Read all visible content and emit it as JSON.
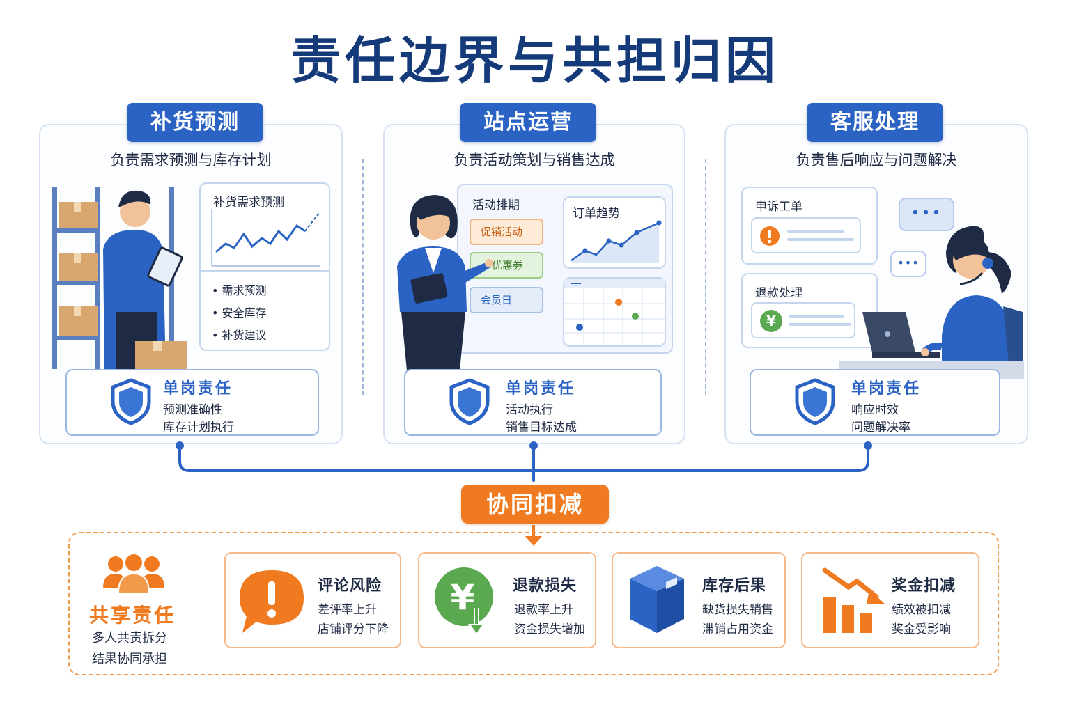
{
  "title": "责任边界与共担归因",
  "colors": {
    "primary_blue": "#2a63c4",
    "dark_blue": "#143a7a",
    "accent_orange": "#f07a1f",
    "green": "#5aa84f"
  },
  "panels": [
    {
      "name": "补货预测",
      "subtitle": "负责需求预测与库存计划",
      "chart_card": {
        "title": "补货需求预测",
        "bullets": [
          "需求预测",
          "安全库存",
          "补货建议"
        ]
      },
      "responsibility": {
        "title": "单岗责任",
        "lines": [
          "预测准确性",
          "库存计划执行"
        ]
      }
    },
    {
      "name": "站点运营",
      "subtitle": "负责活动策划与销售达成",
      "schedule_card": {
        "title": "活动排期",
        "items": [
          "促销活动",
          "优惠券",
          "会员日"
        ]
      },
      "trend_card": {
        "title": "订单趋势"
      },
      "responsibility": {
        "title": "单岗责任",
        "lines": [
          "活动执行",
          "销售目标达成"
        ]
      }
    },
    {
      "name": "客服处理",
      "subtitle": "负责售后响应与问题解决",
      "ticket_cards": [
        {
          "title": "申诉工单",
          "icon": "exclamation-icon"
        },
        {
          "title": "退款处理",
          "icon": "yuan-icon"
        }
      ],
      "chat_bubble_text": "•••",
      "responsibility": {
        "title": "单岗责任",
        "lines": [
          "响应时效",
          "问题解决率"
        ]
      }
    }
  ],
  "merge_label": "协同扣减",
  "shared": {
    "title": "共享责任",
    "lines": [
      "多人共责拆分",
      "结果协同承担"
    ]
  },
  "outcomes": [
    {
      "title": "评论风险",
      "lines": [
        "差评率上升",
        "店铺评分下降"
      ],
      "icon": "speech-alert-icon"
    },
    {
      "title": "退款损失",
      "lines": [
        "退款率上升",
        "资金损失增加"
      ],
      "icon": "yuan-down-icon"
    },
    {
      "title": "库存后果",
      "lines": [
        "缺货损失销售",
        "滞销占用资金"
      ],
      "icon": "box-icon"
    },
    {
      "title": "奖金扣减",
      "lines": [
        "绩效被扣减",
        "奖金受影响"
      ],
      "icon": "bar-decline-icon"
    }
  ]
}
